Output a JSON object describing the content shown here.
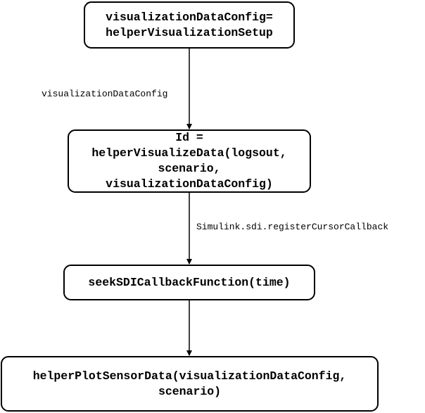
{
  "nodes": {
    "setup": {
      "lines": [
        "visualizationDataConfig=",
        "helperVisualizationSetup"
      ]
    },
    "visualize": {
      "lines": [
        "Id =",
        "helperVisualizeData(logsout,",
        "scenario,",
        "visualizationDataConfig)"
      ]
    },
    "seek": {
      "lines": [
        "seekSDICallbackFunction(time)"
      ]
    },
    "plot": {
      "lines": [
        "helperPlotSensorData(visualizationDataConfig,",
        "scenario)"
      ]
    }
  },
  "edges": {
    "setup_to_visualize": {
      "label": "visualizationDataConfig"
    },
    "visualize_to_seek": {
      "label": "Simulink.sdi.registerCursorCallback"
    },
    "seek_to_plot": {
      "label": ""
    }
  },
  "colors": {
    "stroke": "#000000",
    "background": "#ffffff"
  }
}
